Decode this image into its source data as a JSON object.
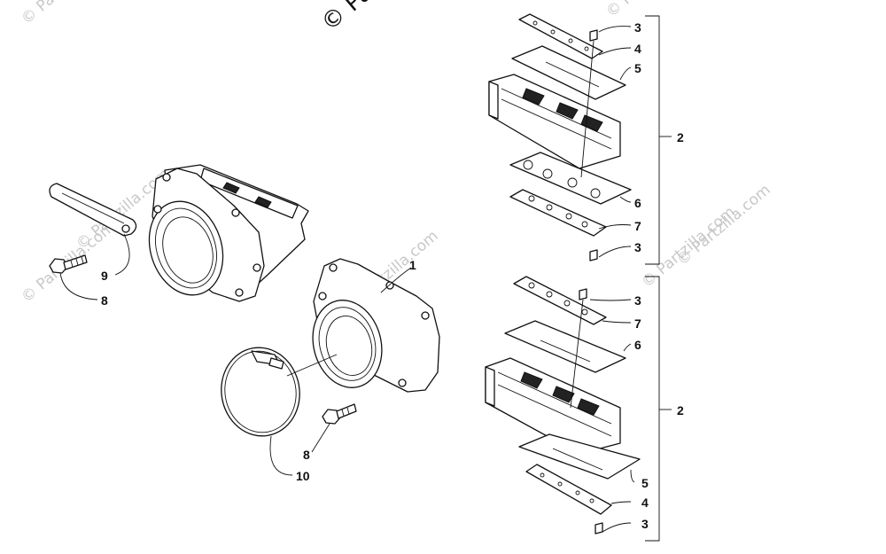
{
  "watermarks": {
    "brand": "© Partzilla.com",
    "top_fragment": "© Pa"
  },
  "callouts": {
    "label_1": "1",
    "label_2_top": "2",
    "label_2_bottom": "2",
    "label_3_a": "3",
    "label_3_b": "3",
    "label_3_c": "3",
    "label_3_d": "3",
    "label_4_top": "4",
    "label_4_bottom": "4",
    "label_5_top": "5",
    "label_5_bottom": "5",
    "label_6_top": "6",
    "label_6_bottom": "6",
    "label_7_top": "7",
    "label_7_bottom": "7",
    "label_8_left": "8",
    "label_8_bottom": "8",
    "label_9": "9",
    "label_10": "10"
  }
}
